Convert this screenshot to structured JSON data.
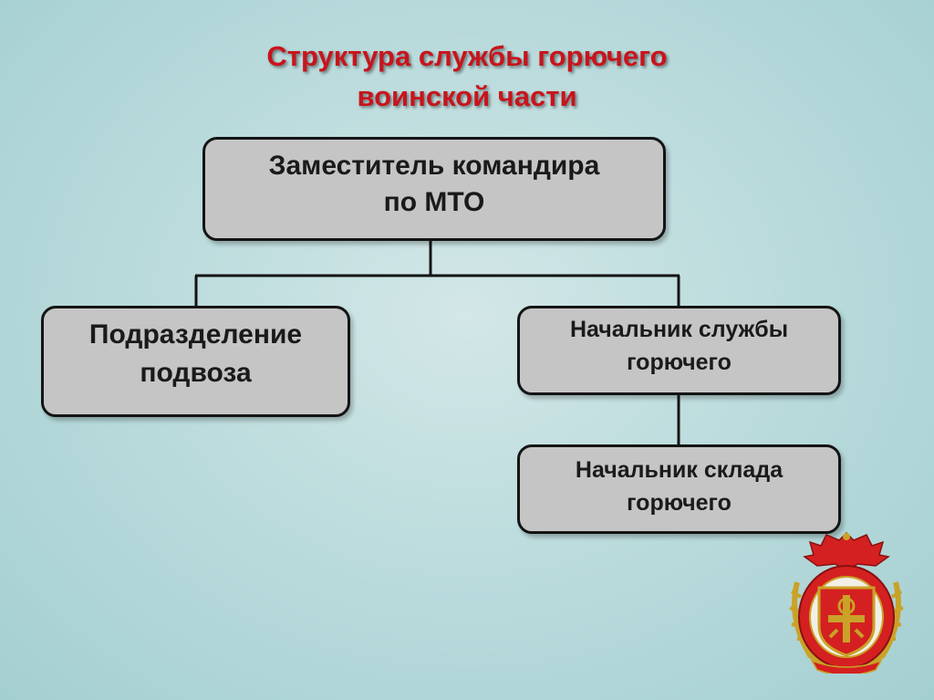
{
  "title": {
    "line1": "Структура службы горючего",
    "line2": "воинской части"
  },
  "nodes": {
    "deputy": {
      "line1": "Заместитель командира",
      "line2": "по МТО"
    },
    "transport": {
      "line1": "Подразделение",
      "line2": "подвоза"
    },
    "fuel_chief": {
      "line1": "Начальник службы",
      "line2": "горючего"
    },
    "depot_chief": {
      "line1": "Начальник склада",
      "line2": "горючего"
    }
  },
  "edges": [
    [
      "deputy",
      "transport"
    ],
    [
      "deputy",
      "fuel_chief"
    ],
    [
      "fuel_chief",
      "depot_chief"
    ]
  ],
  "colors": {
    "title": "#c8141c",
    "box_fill": "#c5c5c5",
    "box_border": "#141414",
    "connector": "#141414",
    "emblem_red": "#d42020",
    "emblem_gold": "#c9a227"
  },
  "emblem": {
    "icon": "fuel-service-emblem-icon"
  }
}
